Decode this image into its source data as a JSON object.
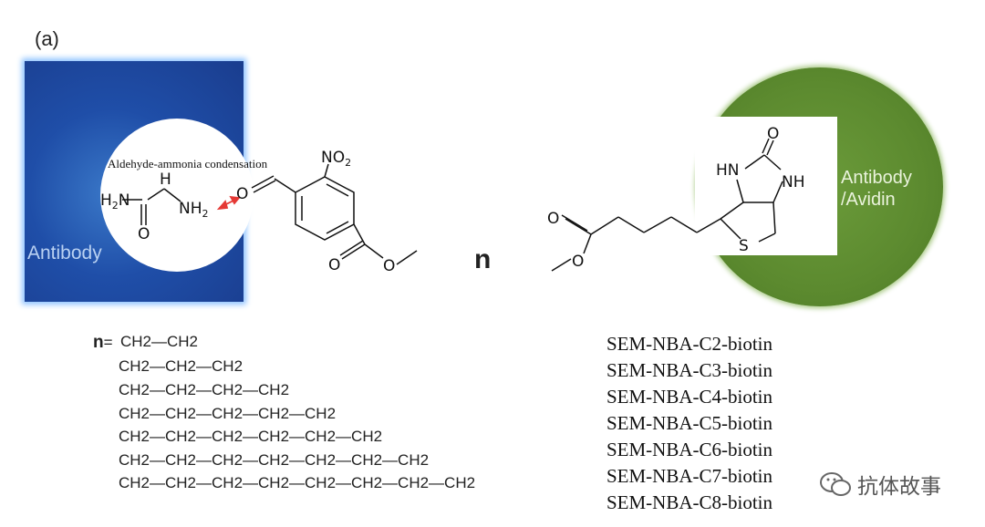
{
  "panel_label": "(a)",
  "left_module": {
    "antibody_label": "Antibody",
    "reaction_label": "Aldehyde-ammonia condensation",
    "semicarbazide_h2n": "H",
    "semicarbazide_h": "H",
    "semicarbazide_n": "N",
    "semicarbazide_nh2": "NH",
    "semicarbazide_o": "O",
    "aldehyde_o": "O",
    "nitro_label": "NO",
    "ester_o1": "O",
    "ester_o2": "O"
  },
  "linker_symbol": "n",
  "right_module": {
    "label_line1": "Antibody",
    "label_line2": "/Avidin",
    "hn_label": "HN",
    "nh_label": "NH",
    "o_label": "O",
    "s_label": "S",
    "ester_o1": "O",
    "ester_o2": "O"
  },
  "n_definition_prefix": "=",
  "chains": [
    {
      "n": "CH2—CH2",
      "name": "SEM-NBA-C2-biotin"
    },
    {
      "n": "CH2—CH2—CH2",
      "name": "SEM-NBA-C3-biotin"
    },
    {
      "n": "CH2—CH2—CH2—CH2",
      "name": "SEM-NBA-C4-biotin"
    },
    {
      "n": "CH2—CH2—CH2—CH2—CH2",
      "name": "SEM-NBA-C5-biotin"
    },
    {
      "n": "CH2—CH2—CH2—CH2—CH2—CH2",
      "name": "SEM-NBA-C6-biotin"
    },
    {
      "n": "CH2—CH2—CH2—CH2—CH2—CH2—CH2",
      "name": "SEM-NBA-C7-biotin"
    },
    {
      "n": "CH2—CH2—CH2—CH2—CH2—CH2—CH2—CH2",
      "name": "SEM-NBA-C8-biotin"
    }
  ],
  "watermark": "抗体故事",
  "colors": {
    "antibody_blue": "#1f4ea8",
    "avidin_green": "#5c8a2f",
    "arrow_red": "#e53935"
  }
}
